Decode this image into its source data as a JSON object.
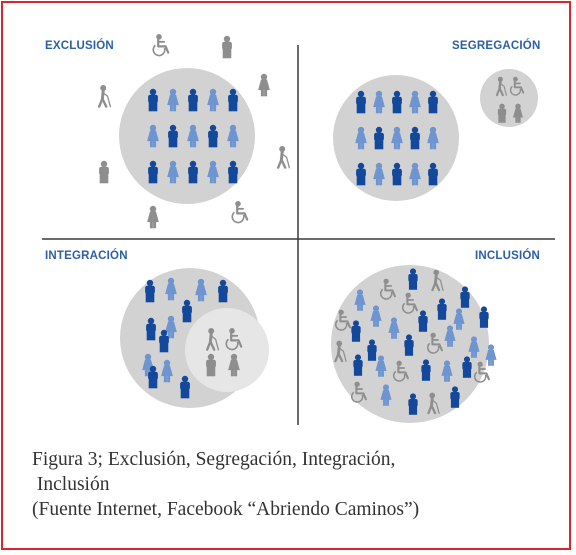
{
  "quadrants": {
    "exclusion": "EXCLUSIÓN",
    "segregation": "SEGREGACIÓN",
    "integration": "INTEGRACIÓN",
    "inclusion": "INCLUSIÓN"
  },
  "caption": {
    "line1": "Figura 3; Exclusión, Segregación, Integración,",
    "line2": " Inclusión",
    "line3": "(Fuente Internet, Facebook “Abriendo Caminos”)"
  },
  "colors": {
    "frame": "#d9262c",
    "title": "#2b5fa8",
    "navy": "#14489a",
    "light_blue": "#6f95d0",
    "gray_figure": "#8e8e8e",
    "circle": "#d2d2d2",
    "inner_circle": "#e6e6e6",
    "divider": "#3a3a3a"
  },
  "icons": [
    "person-male-icon",
    "person-female-icon",
    "wheelchair-icon",
    "blind-cane-icon"
  ]
}
